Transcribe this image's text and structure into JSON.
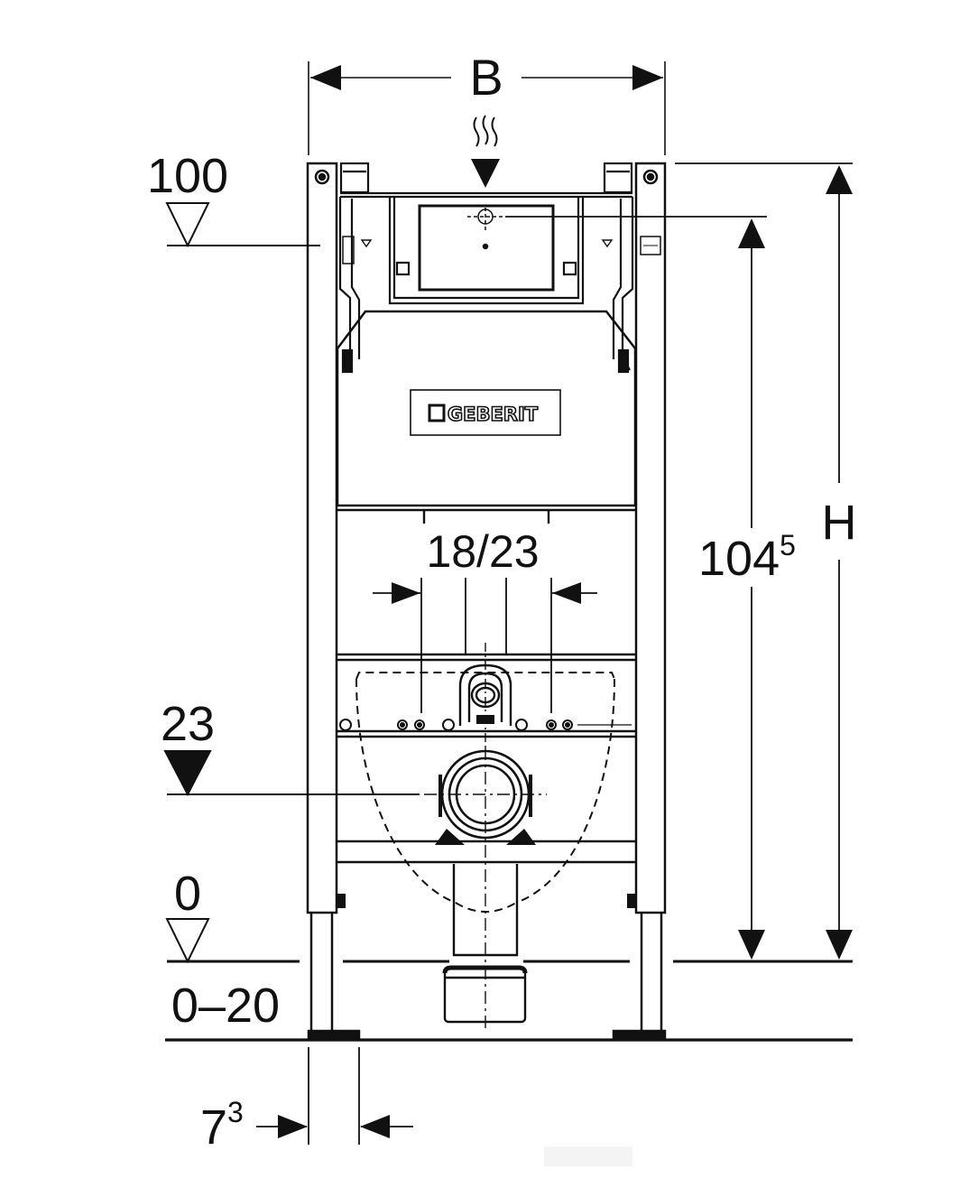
{
  "dimensions": {
    "width_label": "B",
    "height_label": "H",
    "height_value": "104",
    "height_value_sup": "5",
    "spacing_label": "18/23",
    "level_top": "100",
    "level_middle": "23",
    "level_floor": "0",
    "floor_range": "0–20",
    "foot_offset": "7",
    "foot_offset_sup": "3"
  },
  "brand": {
    "name": "GEBERIT"
  },
  "colors": {
    "ink": "#111111",
    "background": "#ffffff"
  }
}
